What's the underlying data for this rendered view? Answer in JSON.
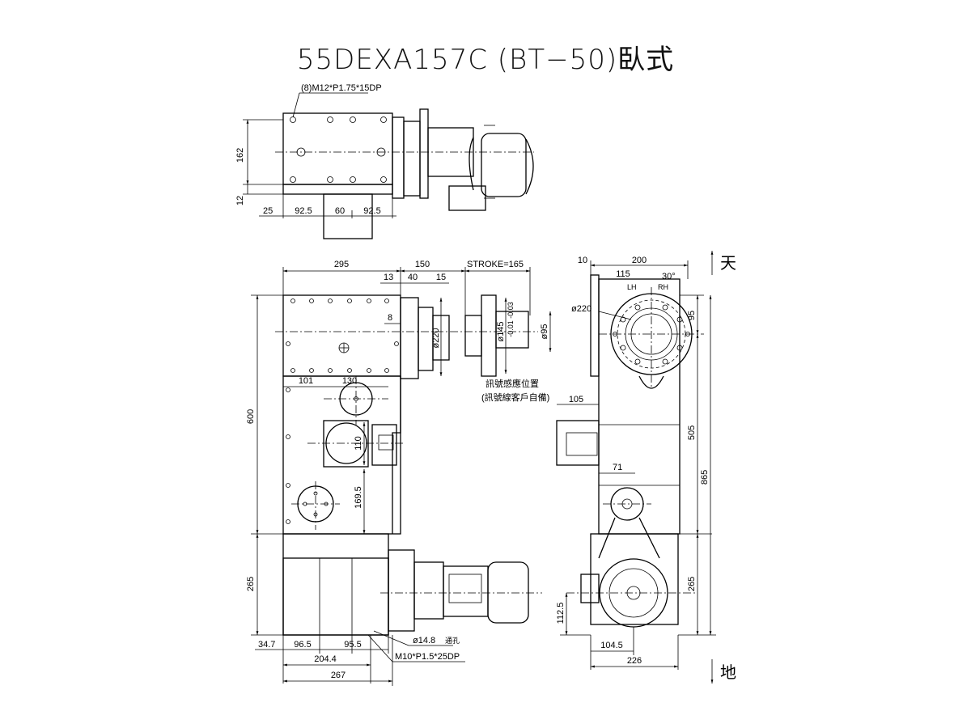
{
  "title": "55DEXA157C (BT−50)臥式",
  "top_view": {
    "hole_note": "(8)M12*P1.75*15DP",
    "dims": [
      "162",
      "12",
      "25",
      "92.5",
      "60",
      "92.5"
    ]
  },
  "front_view": {
    "dims_top": [
      "295",
      "150",
      "13",
      "40",
      "15",
      "8"
    ],
    "stroke_label": "STROKE=165",
    "dia_220": "ø220",
    "dia_145": "ø145",
    "tol": "-0.01 -0.03",
    "dia_95": "ø95",
    "dims_mid": [
      "101",
      "130",
      "110",
      "169.5",
      "600",
      "265"
    ],
    "dims_bottom": [
      "34.7",
      "96.5",
      "95.5",
      "204.4",
      "267"
    ],
    "thru_hole_note": "ø14.8",
    "thru_suffix": "通孔",
    "tap_note": "M10*P1.5*25DP"
  },
  "side_view": {
    "dims_top": [
      "10",
      "200",
      "115",
      "30°"
    ],
    "lh": "LH",
    "rh": "RH",
    "dia_220": "ø220",
    "dims_right": [
      "95",
      "505",
      "865",
      "265"
    ],
    "dims_other": [
      "105",
      "71",
      "112.5",
      "104.5",
      "226"
    ],
    "sensor_label_1": "訊號感應位置",
    "sensor_label_2": "(訊號線客戶自備)",
    "up_label": "天",
    "down_label": "地"
  }
}
